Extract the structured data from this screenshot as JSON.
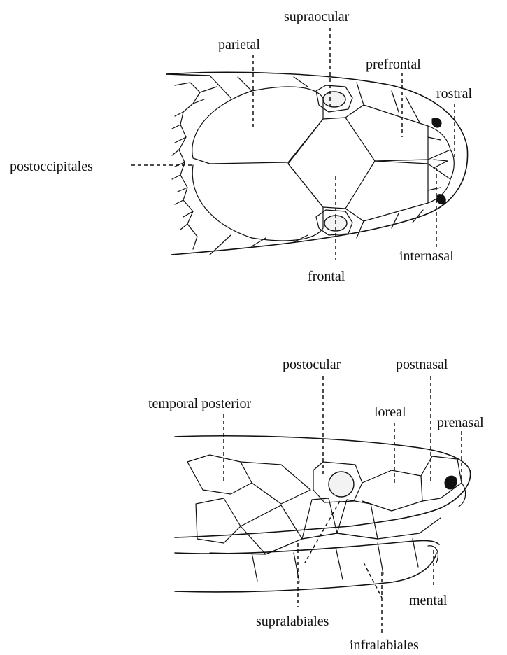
{
  "labels": {
    "supraocular": "supraocular",
    "parietal": "parietal",
    "prefrontal": "prefrontal",
    "rostral": "rostral",
    "postoccipitales": "postoccipitales",
    "internasal": "internasal",
    "frontal": "frontal",
    "postocular": "postocular",
    "postnasal": "postnasal",
    "temporal_posterior": "temporal posterior",
    "loreal": "loreal",
    "prenasal": "prenasal",
    "mental": "mental",
    "supralabiales": "supralabiales",
    "infralabiales": "infralabiales"
  }
}
